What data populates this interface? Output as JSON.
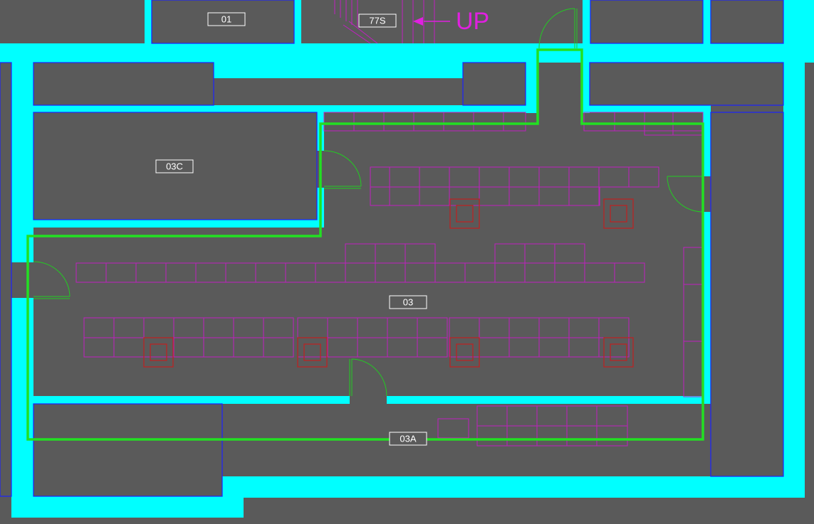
{
  "plan": {
    "rooms": [
      {
        "id": "room-01",
        "label": "01"
      },
      {
        "id": "room-77s",
        "label": "77S"
      },
      {
        "id": "room-03c",
        "label": "03C"
      },
      {
        "id": "room-03",
        "label": "03"
      },
      {
        "id": "room-03a",
        "label": "03A"
      }
    ],
    "stair_direction_label": "UP",
    "colors": {
      "background": "#5a5a5a",
      "walls": "#00ffff",
      "wall_outline": "#1a22ff",
      "furniture": "#c020c0",
      "columns": "#c02020",
      "doors": "#22cc22",
      "selection": "#22e022",
      "stair_annotation": "#e020e0",
      "label_text": "#ffffff"
    },
    "selected_room": "03"
  }
}
